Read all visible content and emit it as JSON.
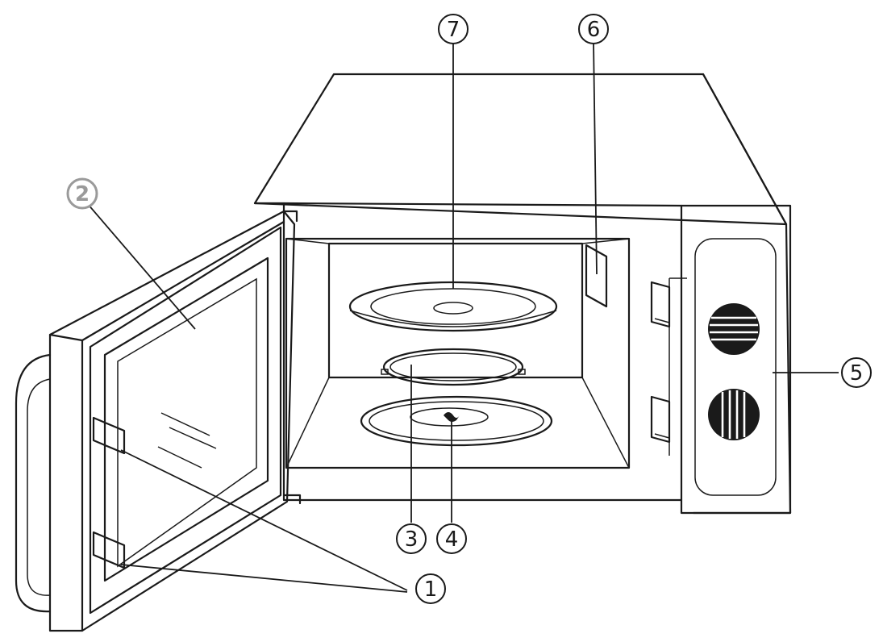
{
  "callouts": [
    {
      "id": "door-hooks",
      "label": "1"
    },
    {
      "id": "door-window",
      "label": "2"
    },
    {
      "id": "roller-ring",
      "label": "3"
    },
    {
      "id": "turntable-shaft",
      "label": "4"
    },
    {
      "id": "control-panel",
      "label": "5"
    },
    {
      "id": "waveguide-cover",
      "label": "6"
    },
    {
      "id": "glass-tray",
      "label": "7"
    }
  ],
  "colors": {
    "ink": "#1a1a1a",
    "paper": "#ffffff",
    "callout_fill_2": "#9a9a9a"
  }
}
